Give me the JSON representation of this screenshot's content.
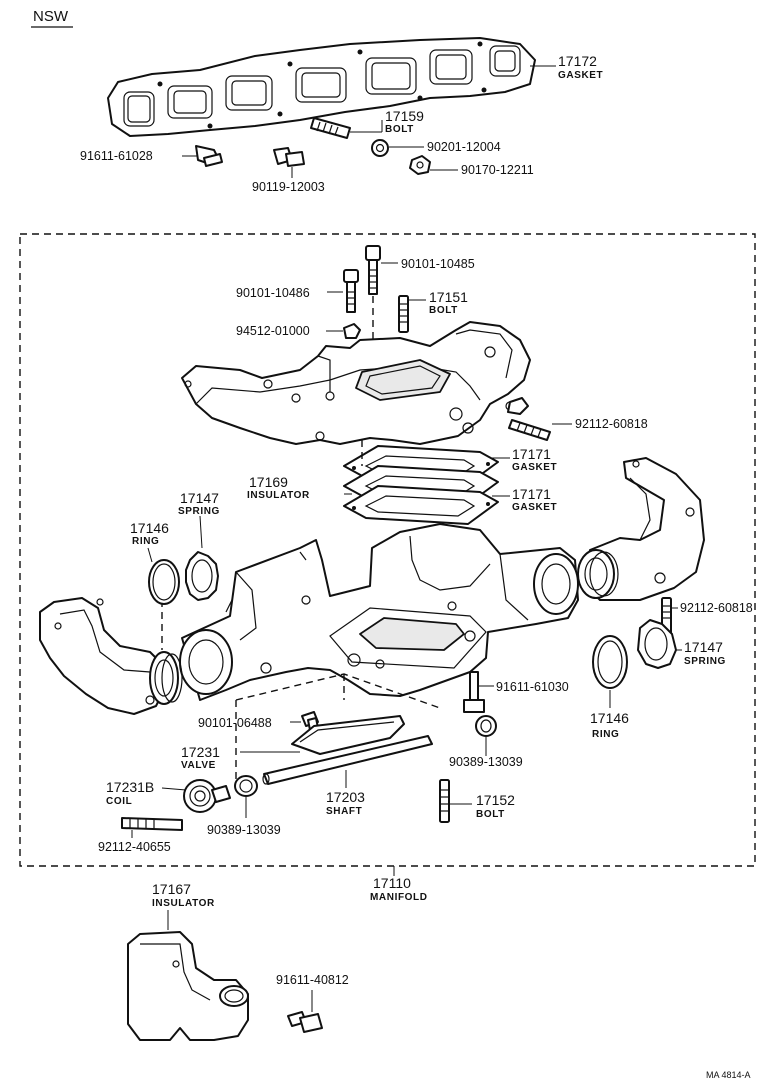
{
  "header": {
    "label": "NSW"
  },
  "reference_code": "MA 4814-A",
  "callouts": {
    "gasket_17172": {
      "num": "17172",
      "name": "GASKET"
    },
    "bolt_17159": {
      "num": "17159",
      "name": "BOLT"
    },
    "pn_90201_12004": {
      "num": "90201-12004"
    },
    "pn_91611_61028": {
      "num": "91611-61028"
    },
    "pn_90119_12003": {
      "num": "90119-12003"
    },
    "pn_90170_12211": {
      "num": "90170-12211"
    },
    "pn_90101_10485": {
      "num": "90101-10485"
    },
    "pn_90101_10486": {
      "num": "90101-10486"
    },
    "bolt_17151": {
      "num": "17151",
      "name": "BOLT"
    },
    "pn_94512_01000": {
      "num": "94512-01000"
    },
    "pn_92112_60818_top": {
      "num": "92112-60818"
    },
    "gasket_17171_upper": {
      "num": "17171",
      "name": "GASKET"
    },
    "insulator_17169": {
      "num": "17169",
      "name": "INSULATOR"
    },
    "gasket_17171_lower": {
      "num": "17171",
      "name": "GASKET"
    },
    "spring_17147_left": {
      "num": "17147",
      "name": "SPRING"
    },
    "ring_17146_left": {
      "num": "17146",
      "name": "RING"
    },
    "pn_92112_60818_right": {
      "num": "92112-60818"
    },
    "spring_17147_right": {
      "num": "17147",
      "name": "SPRING"
    },
    "pn_91611_61030": {
      "num": "91611-61030"
    },
    "ring_17146_right": {
      "num": "17146",
      "name": "RING"
    },
    "pn_90101_06488": {
      "num": "90101-06488"
    },
    "valve_17231": {
      "num": "17231",
      "name": "VALVE"
    },
    "pn_90389_13039_right": {
      "num": "90389-13039"
    },
    "coil_17231b": {
      "num": "17231B",
      "name": "COIL"
    },
    "shaft_17203": {
      "num": "17203",
      "name": "SHAFT"
    },
    "bolt_17152": {
      "num": "17152",
      "name": "BOLT"
    },
    "pn_92112_40655": {
      "num": "92112-40655"
    },
    "pn_90389_13039_left": {
      "num": "90389-13039"
    },
    "manifold_17110": {
      "num": "17110",
      "name": "MANIFOLD"
    },
    "insulator_17167": {
      "num": "17167",
      "name": "INSULATOR"
    },
    "pn_91611_40812": {
      "num": "91611-40812"
    }
  }
}
